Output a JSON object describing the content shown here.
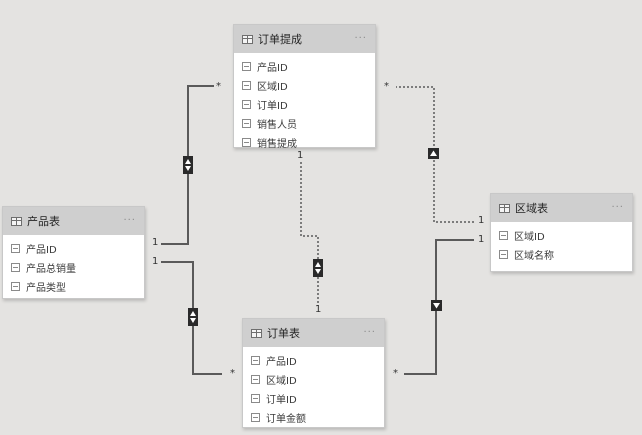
{
  "colors": {
    "canvas_bg": "#e4e3e1",
    "table_header_bg": "#cfcfcf",
    "table_body_bg": "#ffffff",
    "relationship_line": "#5a5a5a",
    "filter_arrow": "#333333"
  },
  "tables": [
    {
      "id": "commission",
      "title": "订单提成",
      "more_label": "···",
      "icon": "table-icon",
      "fields": [
        "产品ID",
        "区域ID",
        "订单ID",
        "销售人员",
        "销售提成"
      ]
    },
    {
      "id": "product",
      "title": "产品表",
      "more_label": "···",
      "icon": "table-icon",
      "fields": [
        "产品ID",
        "产品总销量",
        "产品类型"
      ]
    },
    {
      "id": "region",
      "title": "区域表",
      "more_label": "···",
      "icon": "table-icon",
      "fields": [
        "区域ID",
        "区域名称"
      ]
    },
    {
      "id": "orders",
      "title": "订单表",
      "more_label": "···",
      "icon": "table-icon",
      "fields": [
        "产品ID",
        "区域ID",
        "订单ID",
        "订单金额"
      ]
    }
  ],
  "relationships": [
    {
      "name": "product-to-commission",
      "from_card": "1",
      "to_card": "*",
      "cross_filter": "both",
      "active": true
    },
    {
      "name": "product-to-orders",
      "from_card": "1",
      "to_card": "*",
      "cross_filter": "both",
      "active": true
    },
    {
      "name": "commission-to-orders",
      "from_card": "1",
      "to_card": "1",
      "cross_filter": "both",
      "active": false
    },
    {
      "name": "region-to-commission",
      "from_card": "1",
      "to_card": "*",
      "cross_filter": "single",
      "active": false
    },
    {
      "name": "region-to-orders",
      "from_card": "1",
      "to_card": "*",
      "cross_filter": "single",
      "active": true
    }
  ]
}
